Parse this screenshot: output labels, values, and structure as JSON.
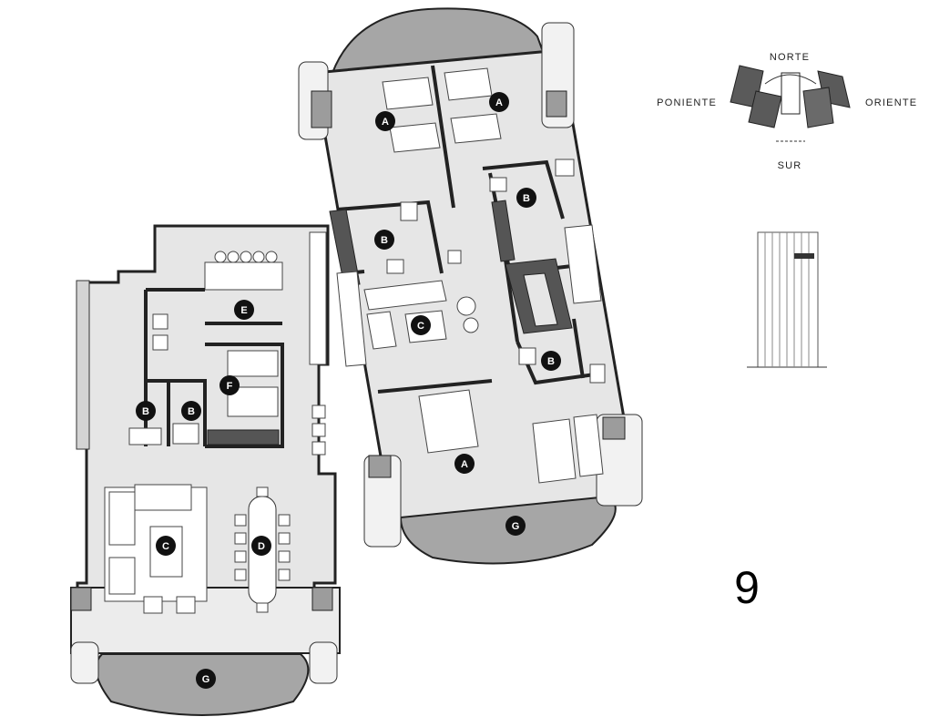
{
  "plan": {
    "floor_number": "9",
    "rooms": [
      {
        "id": "a1",
        "letter": "A"
      },
      {
        "id": "a2",
        "letter": "A"
      },
      {
        "id": "a3",
        "letter": "A"
      },
      {
        "id": "b1",
        "letter": "B"
      },
      {
        "id": "b2",
        "letter": "B"
      },
      {
        "id": "b3",
        "letter": "B"
      },
      {
        "id": "b4",
        "letter": "B"
      },
      {
        "id": "b5",
        "letter": "B"
      },
      {
        "id": "c1",
        "letter": "C"
      },
      {
        "id": "c2",
        "letter": "C"
      },
      {
        "id": "d1",
        "letter": "D"
      },
      {
        "id": "e1",
        "letter": "E"
      },
      {
        "id": "f1",
        "letter": "F"
      },
      {
        "id": "g1",
        "letter": "G"
      },
      {
        "id": "g2",
        "letter": "G"
      }
    ]
  },
  "compass": {
    "north": "NORTE",
    "south": "SUR",
    "east": "ORIENTE",
    "west": "PONIENTE"
  },
  "colors": {
    "floor_fill": "#e6e6e6",
    "balcony_fill": "#a6a6a6",
    "wall": "#222222",
    "badge": "#111111"
  }
}
